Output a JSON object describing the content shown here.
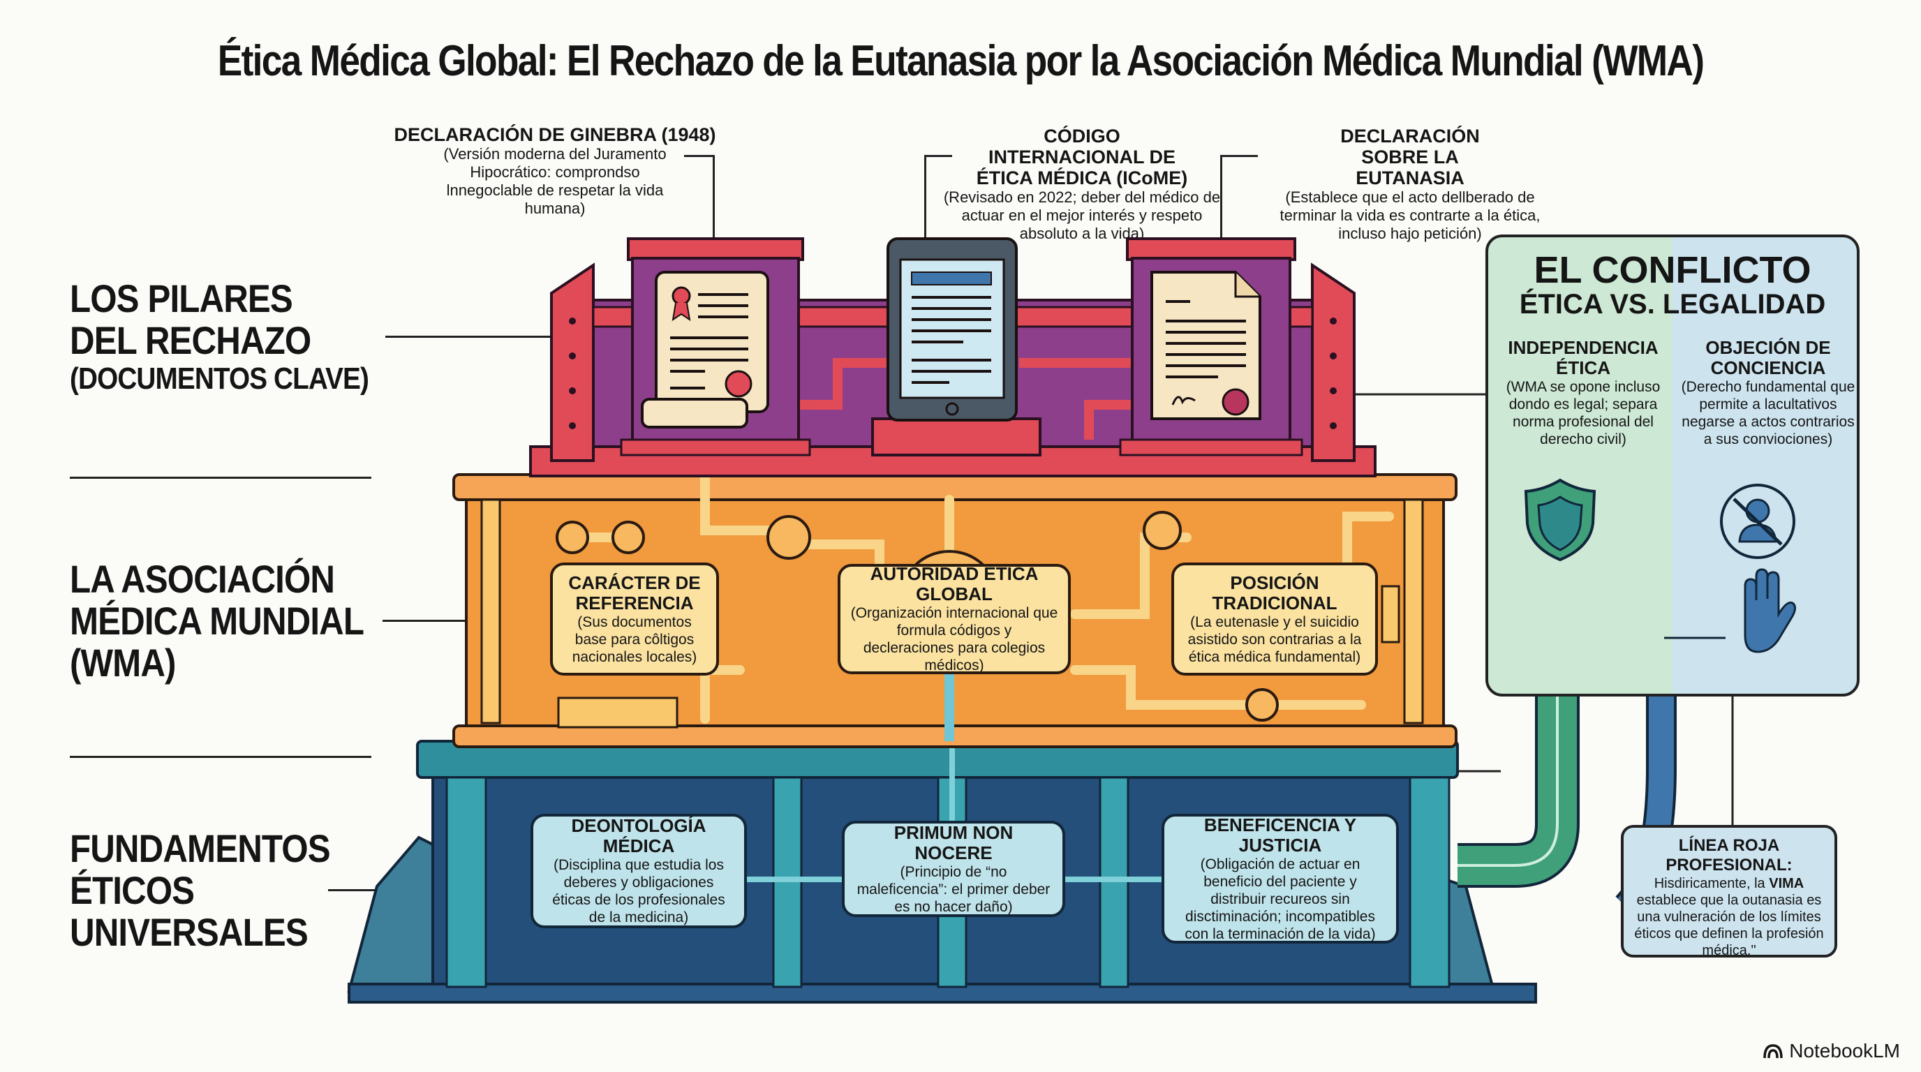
{
  "title": "Ética Médica Global: El Rechazo de la Eutanasia por la Asociación Médica Mundial (WMA)",
  "side_labels": [
    {
      "main": "LOS PILARES\nDEL RECHAZO",
      "sub": "(DOCUMENTOS CLAVE)"
    },
    {
      "main": "LA ASOCIACIÓN\nMÉDICA MUNDIAL\n(WMA)",
      "sub": ""
    },
    {
      "main": "FUNDAMENTOS\nÉTICOS\nUNIVERSALES",
      "sub": ""
    }
  ],
  "documents": [
    {
      "heading": "DECLARACIÓN DE GINEBRA (1948)",
      "detail": "(Versión moderna del Juramento Hipocrático: comprondso lnnegoclable de respetar la vida humana)",
      "icon": "scroll-certificate-icon"
    },
    {
      "heading": "CÓDIGO INTERNACIONAL DE ÉTICA MÉDICA (ICoME)",
      "detail": "(Revisado en 2022; deber del médico de actuar en el mejor interés y respeto absoluto a la vida)",
      "icon": "tablet-icon"
    },
    {
      "heading": "DECLARACIÓN SOBRE LA EUTANASIA",
      "detail": "(Establece que el acto dellberado de terminar la vida es contrarte a la ética, incluso hajo petición)",
      "icon": "signed-document-icon"
    }
  ],
  "wma_boxes": [
    {
      "heading": "CARÁCTER DE REFERENCIA",
      "detail": "(Sus documentos base para côltigos nacionales locales)"
    },
    {
      "heading": "AUTORIDAD ÉTICA GLOBAL",
      "detail": "(Organización internacional que formula códigos y decleraciones para colegios médicos)"
    },
    {
      "heading": "POSICIÓN TRADICIONAL",
      "detail": "(La eutenasle y el suicidio asistido son contrarias a la ética médica fundamental)"
    }
  ],
  "foundation_boxes": [
    {
      "heading": "DEONTOLOGÍA MÉDICA",
      "detail": "(Disciplina que estudia los deberes y obligaciones éticas de los profesionales de la medicina)"
    },
    {
      "heading": "PRIMUM NON NOCERE",
      "detail": "(Principio de “no maleficencia”: el primer deber es no hacer daño)"
    },
    {
      "heading": "BENEFICENCIA Y JUSTICIA",
      "detail": "(Obligación de actuar en beneficio del paciente y distribuir recureos sin disctiminación; incompatibles con la terminación de la vida)"
    }
  ],
  "conflict": {
    "title": "EL CONFLICTO",
    "subtitle": "ÉTICA VS. LEGALIDAD",
    "columns": [
      {
        "heading": "INDEPENDENCIA ÉTICA",
        "detail": "(WMA se opone incluso dondo es legal; separa norma profesional del derecho civil)",
        "icon": "shield-icon"
      },
      {
        "heading": "OBJECIÓN DE CONCIENCIA",
        "detail": "(Derecho fundamental que permite a lacultativos negarse a actos contrarios a sus conviociones)",
        "icon": "no-person-icon"
      }
    ]
  },
  "red_line": {
    "heading": "LÍNEA ROJA PROFESIONAL:",
    "detail_pre": "Hisdiricamente, la ",
    "detail_bold": "VIMA",
    "detail_post": " establece que la outanasia es una vulneración de los límites éticos que definen la profesión médica.\""
  },
  "brand": "NotebookLM",
  "colors": {
    "red": "#e04b57",
    "purple": "#8e3f8c",
    "orange": "#f19a3e",
    "cream": "#fbe2a0",
    "teal": "#2f8f9c",
    "navy": "#244f7a",
    "green": "#3fa07a",
    "blue": "#3f77ac"
  }
}
